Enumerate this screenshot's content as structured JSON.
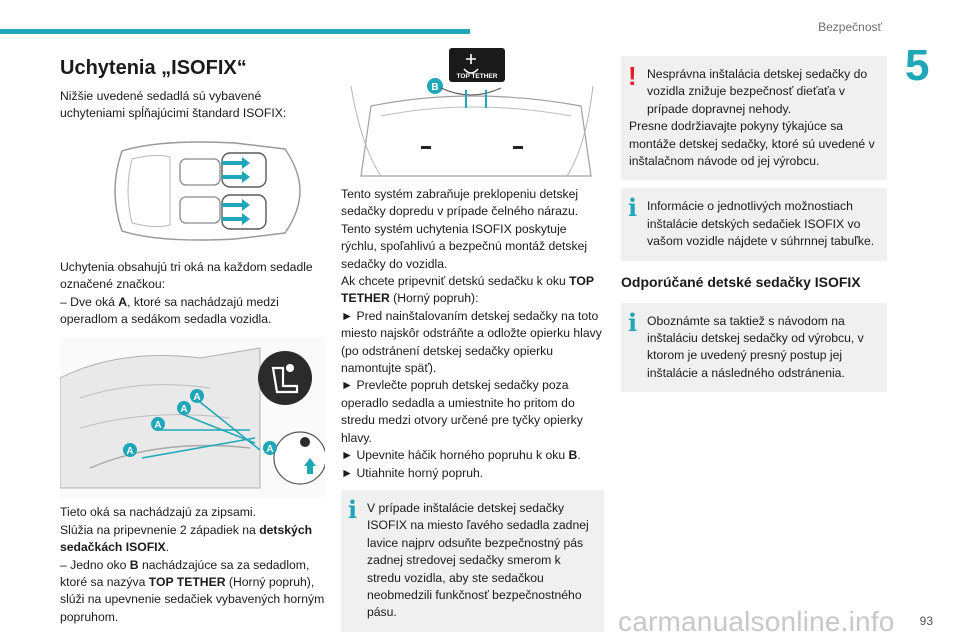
{
  "header": {
    "section": "Bezpečnosť",
    "chapter": "5",
    "page": "93"
  },
  "col1": {
    "title": "Uchytenia „ISOFIX“",
    "intro": "Nižšie uvedené sedadlá sú vybavené uchyteniami spĺňajúcimi štandard ISOFIX:",
    "para1_line1": "Uchytenia obsahujú tri oká na každom sedadle označené značkou:",
    "para1_line2a": "– Dve oká ",
    "para1_line2b": "A",
    "para1_line2c": ", ktoré sa nachádzajú medzi operadlom a sedákom sedadla vozidla.",
    "fig2_label": "A",
    "para2_a": "Tieto oká sa nachádzajú za zipsami.",
    "para2_b": "Slúžia na pripevnenie 2 západiek na ",
    "para2_c": "detských sedačkách ISOFIX",
    "para2_d": ".",
    "para3_a": "– Jedno oko ",
    "para3_b": "B",
    "para3_c": " nachádzajúce sa za sedadlom, ktoré sa nazýva ",
    "para3_d": "TOP TETHER",
    "para3_e": " (Horný popruh), slúži na upevnenie sedačiek vybavených horným popruhom."
  },
  "col2": {
    "fig_label_b": "B",
    "fig_badge": "TOP TETHER",
    "p1": "Tento systém zabraňuje preklopeniu detskej sedačky dopredu v prípade čelného nárazu.",
    "p2": "Tento systém uchytenia ISOFIX poskytuje rýchlu, spoľahlivú a bezpečnú montáž detskej sedačky do vozidla.",
    "p3_a": "Ak chcete pripevniť detskú sedačku k oku ",
    "p3_b": "TOP TETHER",
    "p3_c": " (Horný popruh):",
    "step1": "► Pred nainštalovaním detskej sedačky na toto miesto najskôr odstráňte a odložte opierku hlavy (po odstránení detskej sedačky opierku namontujte späť).",
    "step2": "► Prevlečte popruh detskej sedačky poza operadlo sedadla a umiestnite ho pritom do stredu medzi otvory určené pre tyčky opierky hlavy.",
    "step3_a": "► Upevnite háčik horného popruhu k oku ",
    "step3_b": "B",
    "step3_c": ".",
    "step4": "► Utiahnite horný popruh.",
    "note": "V prípade inštalácie detskej sedačky ISOFIX na miesto ľavého sedadla zadnej lavice najprv odsuňte bezpečnostný pás zadnej stredovej sedačky smerom k stredu vozidla, aby ste sedačkou neobmedzili funkčnosť bezpečnostného pásu."
  },
  "col3": {
    "warn_a": "Nesprávna inštalácia detskej sedačky do vozidla znižuje bezpečnosť dieťaťa v prípade dopravnej nehody.",
    "warn_b": "Presne dodržiavajte pokyny týkajúce sa montáže detskej sedačky, ktoré sú uvedené v inštalačnom návode od jej výrobcu.",
    "info1": "Informácie o jednotlivých možnostiach inštalácie detských sedačiek ISOFIX vo vašom vozidle nájdete v súhrnnej tabuľke.",
    "heading": "Odporúčané detské sedačky ISOFIX",
    "info2": "Oboznámte sa taktiež s návodom na inštaláciu detskej sedačky od výrobcu, v ktorom je uvedený presný postup jej inštalácie a následného odstránenia."
  },
  "watermark": "carmanualsonline.info",
  "colors": {
    "accent": "#1fa7b8",
    "warning": "#e31e24",
    "note_bg": "#f0f0f0"
  }
}
